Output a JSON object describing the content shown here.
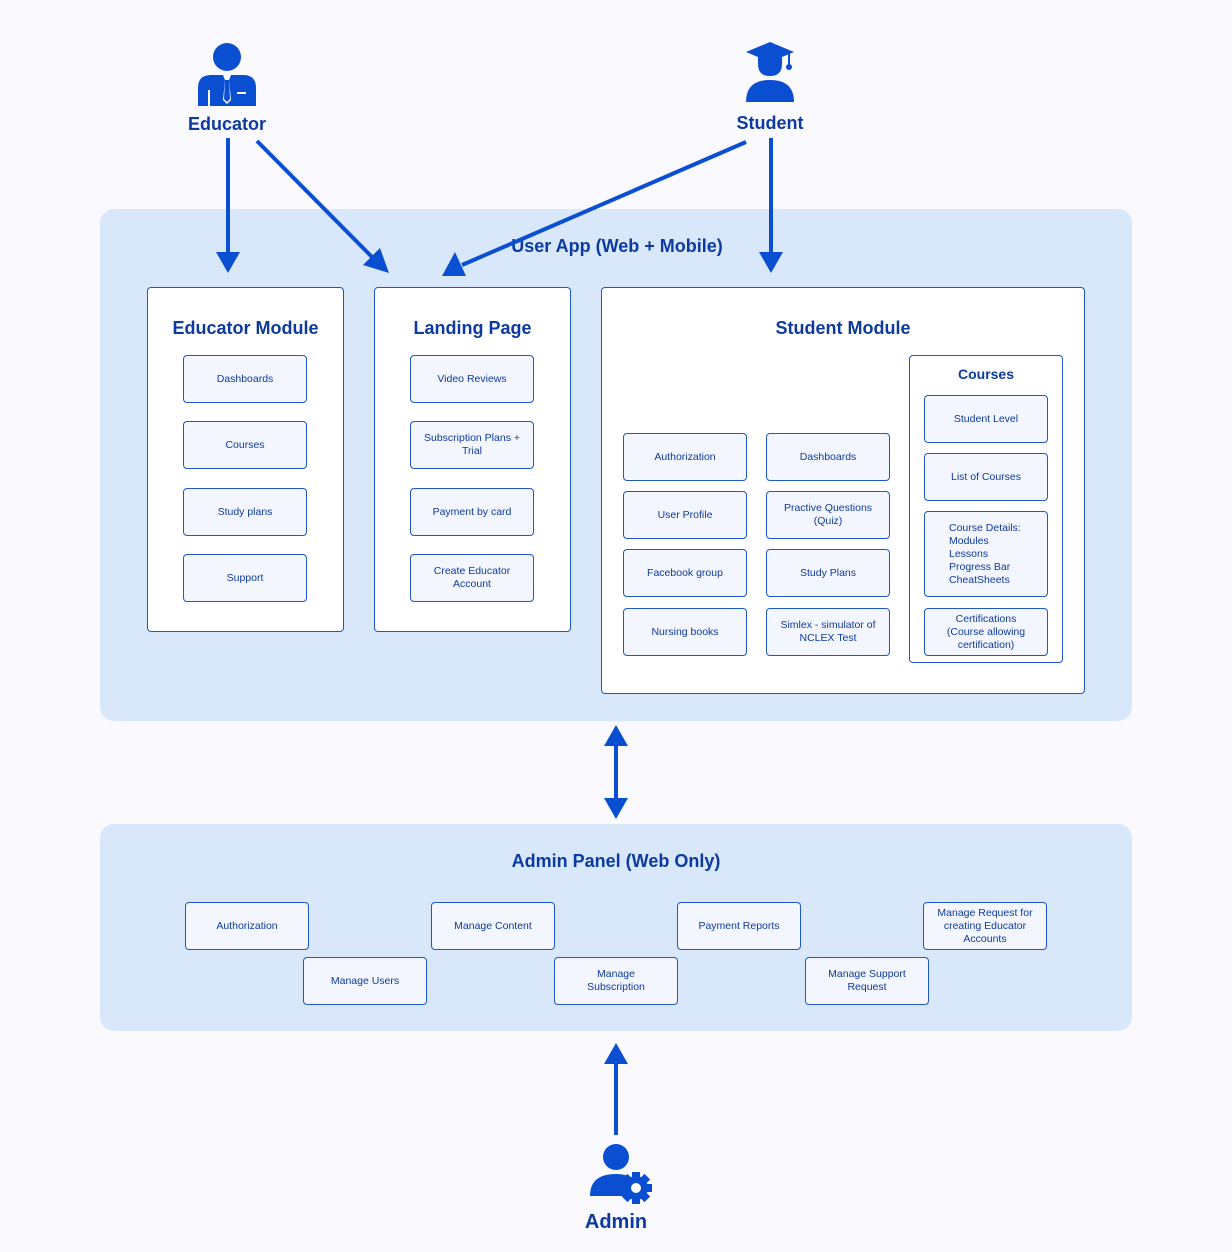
{
  "actors": {
    "educator": "Educator",
    "student": "Student",
    "admin": "Admin"
  },
  "user_app": {
    "title": "User App (Web + Mobile)",
    "educator_module": {
      "title": "Educator Module",
      "items": [
        "Dashboards",
        "Courses",
        "Study plans",
        "Support"
      ]
    },
    "landing_page": {
      "title": "Landing Page",
      "items": [
        "Video Reviews",
        "Subscription Plans +\nTrial",
        "Payment by card",
        "Create Educator\nAccount"
      ]
    },
    "student_module": {
      "title": "Student Module",
      "col1": [
        "Authorization",
        "User Profile",
        "Facebook group",
        "Nursing books"
      ],
      "col2": [
        "Dashboards",
        "Practive Questions\n(Quiz)",
        "Study Plans",
        "Simlex - simulator of\nNCLEX Test"
      ],
      "courses": {
        "title": "Courses",
        "items": [
          "Student Level",
          "List of Courses",
          "Course Details:\nModules\nLessons\nProgress Bar\nCheatSheets",
          "Certifications\n(Course allowing\ncertification)"
        ]
      }
    }
  },
  "admin_panel": {
    "title": "Admin Panel (Web Only)",
    "row1": [
      "Authorization",
      "Manage Content",
      "Payment Reports",
      "Manage Request for\ncreating Educator\nAccounts"
    ],
    "row2": [
      "Manage Users",
      "Manage\nSubscription",
      "Manage Support\nRequest"
    ]
  },
  "colors": {
    "accent": "#0a4fd1",
    "panel": "#d8e8fa",
    "text": "#0d3aa0"
  },
  "icons": [
    "educator-icon",
    "student-icon",
    "admin-icon",
    "gear-icon"
  ]
}
